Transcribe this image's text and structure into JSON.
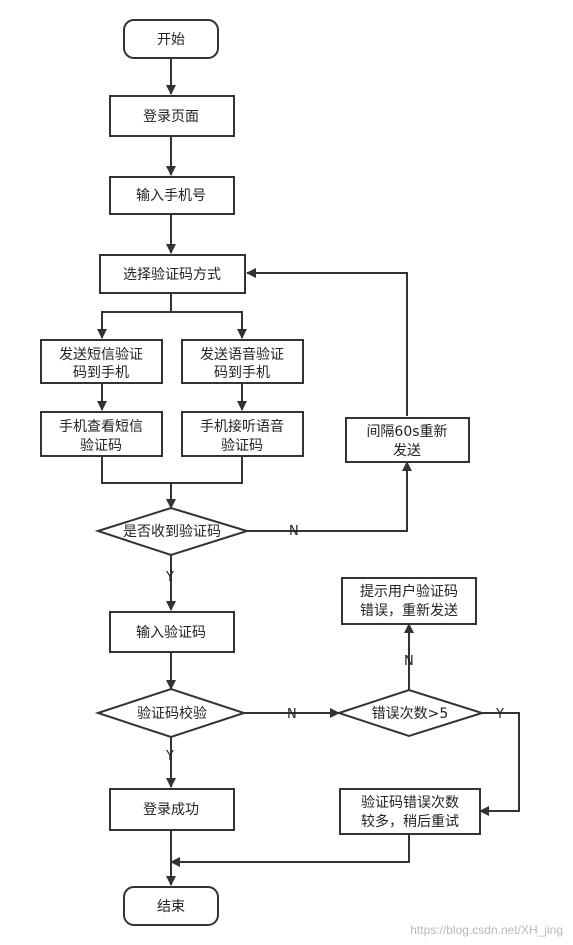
{
  "colors": {
    "stroke": "#333333",
    "fill": "#ffffff",
    "text": "#222222",
    "watermark": "#b9b9b9"
  },
  "nodes": {
    "start": "开始",
    "login_page": "登录页面",
    "input_phone": "输入手机号",
    "choose_method": "选择验证码方式",
    "send_sms": [
      "发送短信验证",
      "码到手机"
    ],
    "send_voice": [
      "发送语音验证",
      "码到手机"
    ],
    "view_sms": [
      "手机查看短信",
      "验证码"
    ],
    "listen_voice": [
      "手机接听语音",
      "验证码"
    ],
    "received_check": "是否收到验证码",
    "input_code": "输入验证码",
    "verify_code": "验证码校验",
    "error_count_check": "错误次数>5",
    "prompt_error": [
      "提示用户验证码",
      "错误，重新发送"
    ],
    "resend_60s": [
      "间隔60s重新",
      "发送"
    ],
    "too_many_errors": [
      "验证码错误次数",
      "较多，稍后重试"
    ],
    "login_success": "登录成功",
    "end": "结束"
  },
  "edge_labels": {
    "received_no": "N",
    "received_yes": "Y",
    "verify_no": "N",
    "verify_yes": "Y",
    "count_no": "N",
    "count_yes": "Y"
  },
  "watermark": "https://blog.csdn.net/XH_jing"
}
